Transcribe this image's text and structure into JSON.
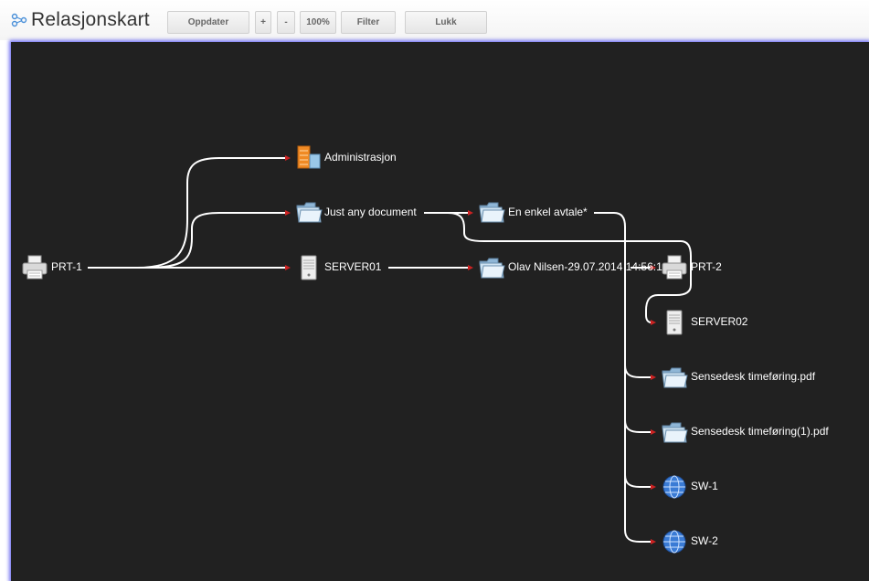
{
  "header": {
    "title": "Relasjonskart",
    "buttons": {
      "refresh": "Oppdater",
      "zoom_in": "+",
      "zoom_out": "-",
      "zoom_level": "100%",
      "filter": "Filter",
      "close": "Lukk"
    }
  },
  "graph": {
    "nodes": {
      "prt1": {
        "label": "PRT-1",
        "icon": "printer-icon"
      },
      "administrasjon": {
        "label": "Administrasjon",
        "icon": "building-icon"
      },
      "just_any_document": {
        "label": "Just any document",
        "icon": "folder-icon"
      },
      "server01": {
        "label": "SERVER01",
        "icon": "server-icon"
      },
      "en_enkel_avtale": {
        "label": "En enkel avtale*",
        "icon": "folder-icon"
      },
      "olav_nilsen": {
        "label": "Olav Nilsen-29.07.2014 14:56:1",
        "icon": "folder-icon"
      },
      "prt2": {
        "label": "PRT-2",
        "icon": "printer-icon"
      },
      "server02": {
        "label": "SERVER02",
        "icon": "server-icon"
      },
      "sensedesk_pdf": {
        "label": "Sensedesk timeføring.pdf",
        "icon": "folder-icon"
      },
      "sensedesk_pdf_1": {
        "label": "Sensedesk timeføring(1).pdf",
        "icon": "folder-icon"
      },
      "sw1": {
        "label": "SW-1",
        "icon": "globe-icon"
      },
      "sw2": {
        "label": "SW-2",
        "icon": "globe-icon"
      }
    },
    "colors": {
      "canvas_background": "#212121",
      "edge": "#ffffff",
      "arrow": "#cc2222",
      "canvas_glow": "#6f6ff0"
    }
  }
}
